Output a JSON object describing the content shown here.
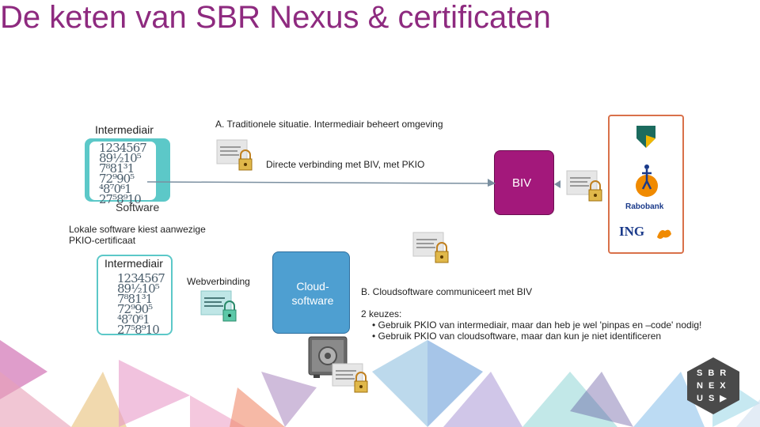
{
  "title": "De keten van SBR Nexus & certificaten",
  "scenario_a": "A. Traditionele situatie. Intermediair beheert omgeving",
  "direct_connection": "Directe verbinding met BIV, met PKIO",
  "intermediair_1": "Intermediair",
  "software": "Software",
  "local_software_note": "Lokale software kiest aanwezige PKIO-certificaat",
  "biv": "BIV",
  "intermediair_2": "Intermediair",
  "webverbinding": "Webverbinding",
  "cloud_software": "Cloud-software",
  "scenario_b": "B. Cloudsoftware communiceert met BIV",
  "choices_title": "2 keuzes:",
  "choices": [
    "Gebruik PKIO van intermediair, maar dan heb je wel 'pinpas en –code' nodig!",
    "Gebruik PKIO van cloudsoftware, maar dan kun je niet identificeren"
  ],
  "banks": [
    "Rabobank",
    "ING"
  ],
  "logo_letters": [
    "S",
    "B",
    "R",
    "N",
    "E",
    "X",
    "U",
    "S"
  ],
  "colors": {
    "title": "#8e2a7f",
    "biv": "#a3187b",
    "teal": "#5cc8c8",
    "cloud": "#4e9fd1",
    "bank_border": "#d9714a"
  }
}
